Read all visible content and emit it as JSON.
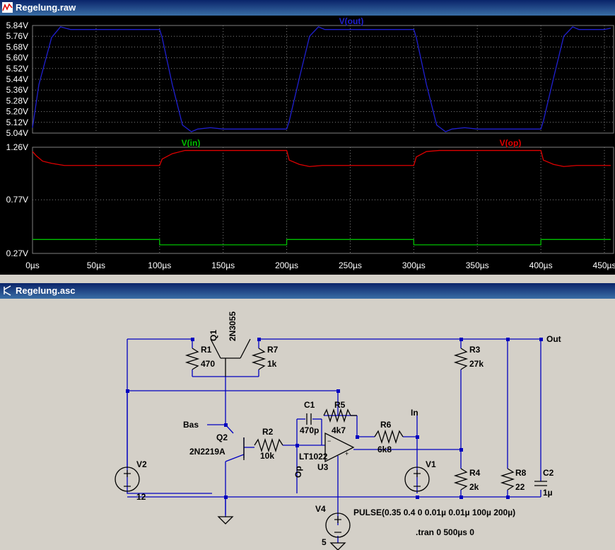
{
  "waveform_window": {
    "title": "Regelung.raw",
    "colors": {
      "out": "#2020d0",
      "in": "#00c000",
      "op": "#e00000",
      "grid": "#808080",
      "text": "#ffffff"
    },
    "panes": [
      {
        "traces": [
          "V(out)"
        ],
        "y_ticks": [
          "5.84V",
          "5.76V",
          "5.68V",
          "5.60V",
          "5.52V",
          "5.44V",
          "5.36V",
          "5.28V",
          "5.20V",
          "5.12V",
          "5.04V"
        ],
        "ylim": [
          5.04,
          5.84
        ]
      },
      {
        "traces": [
          "V(in)",
          "V(op)"
        ],
        "y_ticks": [
          "1.26V",
          "0.77V",
          "0.27V"
        ],
        "ylim": [
          0.27,
          1.26
        ]
      }
    ],
    "x_ticks": [
      "0µs",
      "50µs",
      "100µs",
      "150µs",
      "200µs",
      "250µs",
      "300µs",
      "350µs",
      "400µs",
      "450µs"
    ],
    "xlim": [
      0,
      455
    ]
  },
  "chart_data": [
    {
      "type": "line",
      "title": "V(out)",
      "xlabel": "",
      "ylabel": "",
      "xlim": [
        0,
        455
      ],
      "ylim": [
        5.04,
        5.84
      ],
      "series": [
        {
          "name": "V(out)",
          "x": [
            0,
            5,
            15,
            22,
            30,
            40,
            50,
            60,
            70,
            80,
            90,
            95,
            100,
            102,
            110,
            118,
            125,
            130,
            140,
            150,
            160,
            170,
            180,
            190,
            195,
            200,
            202,
            210,
            218,
            225,
            230,
            240,
            250,
            260,
            270,
            280,
            290,
            295,
            300,
            302,
            310,
            318,
            325,
            330,
            340,
            350,
            360,
            370,
            380,
            390,
            395,
            400,
            402,
            410,
            418,
            425,
            430,
            440,
            450,
            455
          ],
          "y": [
            5.08,
            5.4,
            5.75,
            5.83,
            5.81,
            5.81,
            5.81,
            5.81,
            5.81,
            5.81,
            5.81,
            5.81,
            5.81,
            5.75,
            5.4,
            5.1,
            5.05,
            5.07,
            5.08,
            5.07,
            5.07,
            5.07,
            5.07,
            5.07,
            5.07,
            5.07,
            5.13,
            5.45,
            5.76,
            5.83,
            5.81,
            5.81,
            5.81,
            5.81,
            5.81,
            5.81,
            5.81,
            5.81,
            5.81,
            5.75,
            5.4,
            5.1,
            5.05,
            5.07,
            5.08,
            5.07,
            5.07,
            5.07,
            5.07,
            5.07,
            5.07,
            5.07,
            5.13,
            5.45,
            5.76,
            5.83,
            5.81,
            5.81,
            5.81,
            5.82
          ]
        }
      ]
    },
    {
      "type": "line",
      "title": "",
      "xlabel": "",
      "ylabel": "",
      "xlim": [
        0,
        455
      ],
      "ylim": [
        0.27,
        1.26
      ],
      "series": [
        {
          "name": "V(in)",
          "x": [
            0,
            100,
            100,
            200,
            200,
            300,
            300,
            400,
            400,
            455
          ],
          "y": [
            0.4,
            0.4,
            0.35,
            0.35,
            0.4,
            0.4,
            0.35,
            0.35,
            0.4,
            0.4
          ]
        },
        {
          "name": "V(op)",
          "x": [
            0,
            3,
            8,
            15,
            25,
            100,
            102,
            110,
            120,
            200,
            202,
            210,
            218,
            228,
            300,
            302,
            310,
            320,
            400,
            402,
            410,
            418,
            428,
            455
          ],
          "y": [
            1.22,
            1.18,
            1.13,
            1.11,
            1.09,
            1.09,
            1.15,
            1.2,
            1.23,
            1.23,
            1.14,
            1.1,
            1.08,
            1.09,
            1.09,
            1.17,
            1.22,
            1.23,
            1.23,
            1.14,
            1.1,
            1.08,
            1.09,
            1.09
          ]
        }
      ]
    }
  ],
  "schematic_window": {
    "title": "Regelung.asc",
    "labels": {
      "q1_name": "Q1",
      "q1_model": "2N3055",
      "r1_name": "R1",
      "r1_value": "470",
      "r7_name": "R7",
      "r7_value": "1k",
      "r3_name": "R3",
      "r3_value": "27k",
      "out_label": "Out",
      "bas_label": "Bas",
      "q2_name": "Q2",
      "q2_model": "2N2219A",
      "r2_name": "R2",
      "r2_value": "10k",
      "c1_name": "C1",
      "c1_value": "470p",
      "r5_name": "R5",
      "r5_value": "4k7",
      "r6_name": "R6",
      "r6_value": "6k8",
      "in_label": "In",
      "u3_model": "LT1022",
      "u3_name": "U3",
      "op_label": "Op",
      "v1_name": "V1",
      "v2_name": "V2",
      "v2_value": "12",
      "r4_name": "R4",
      "r4_value": "2k",
      "r8_name": "R8",
      "r8_value": "22",
      "c2_name": "C2",
      "c2_value": "1µ",
      "v4_name": "V4",
      "v4_value": "5",
      "pulse_directive": "PULSE(0.35 0.4 0 0.01µ 0.01µ 100µ 200µ)",
      "tran_directive": ".tran 0 500µs 0"
    }
  }
}
